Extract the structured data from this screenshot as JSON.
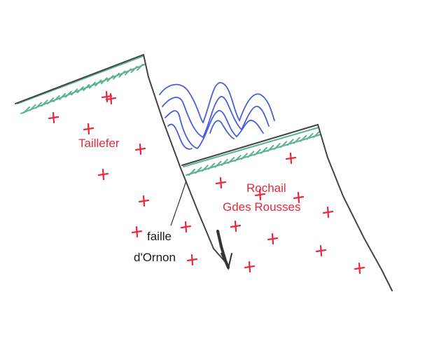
{
  "labels": {
    "left_block": "Taillefer",
    "right_block_line1": "Rochail",
    "right_block_line2": "Gdes Rousses",
    "fault_line1": "faille",
    "fault_line2": "d'Ornon"
  },
  "colors": {
    "granite_crosses": "#e8283c",
    "sediment_hatch": "#5bb38e",
    "folded_layers": "#4a5fd6",
    "fault_lines": "#444444",
    "label_red": "#e8283c",
    "label_black": "#1a1a1a"
  }
}
